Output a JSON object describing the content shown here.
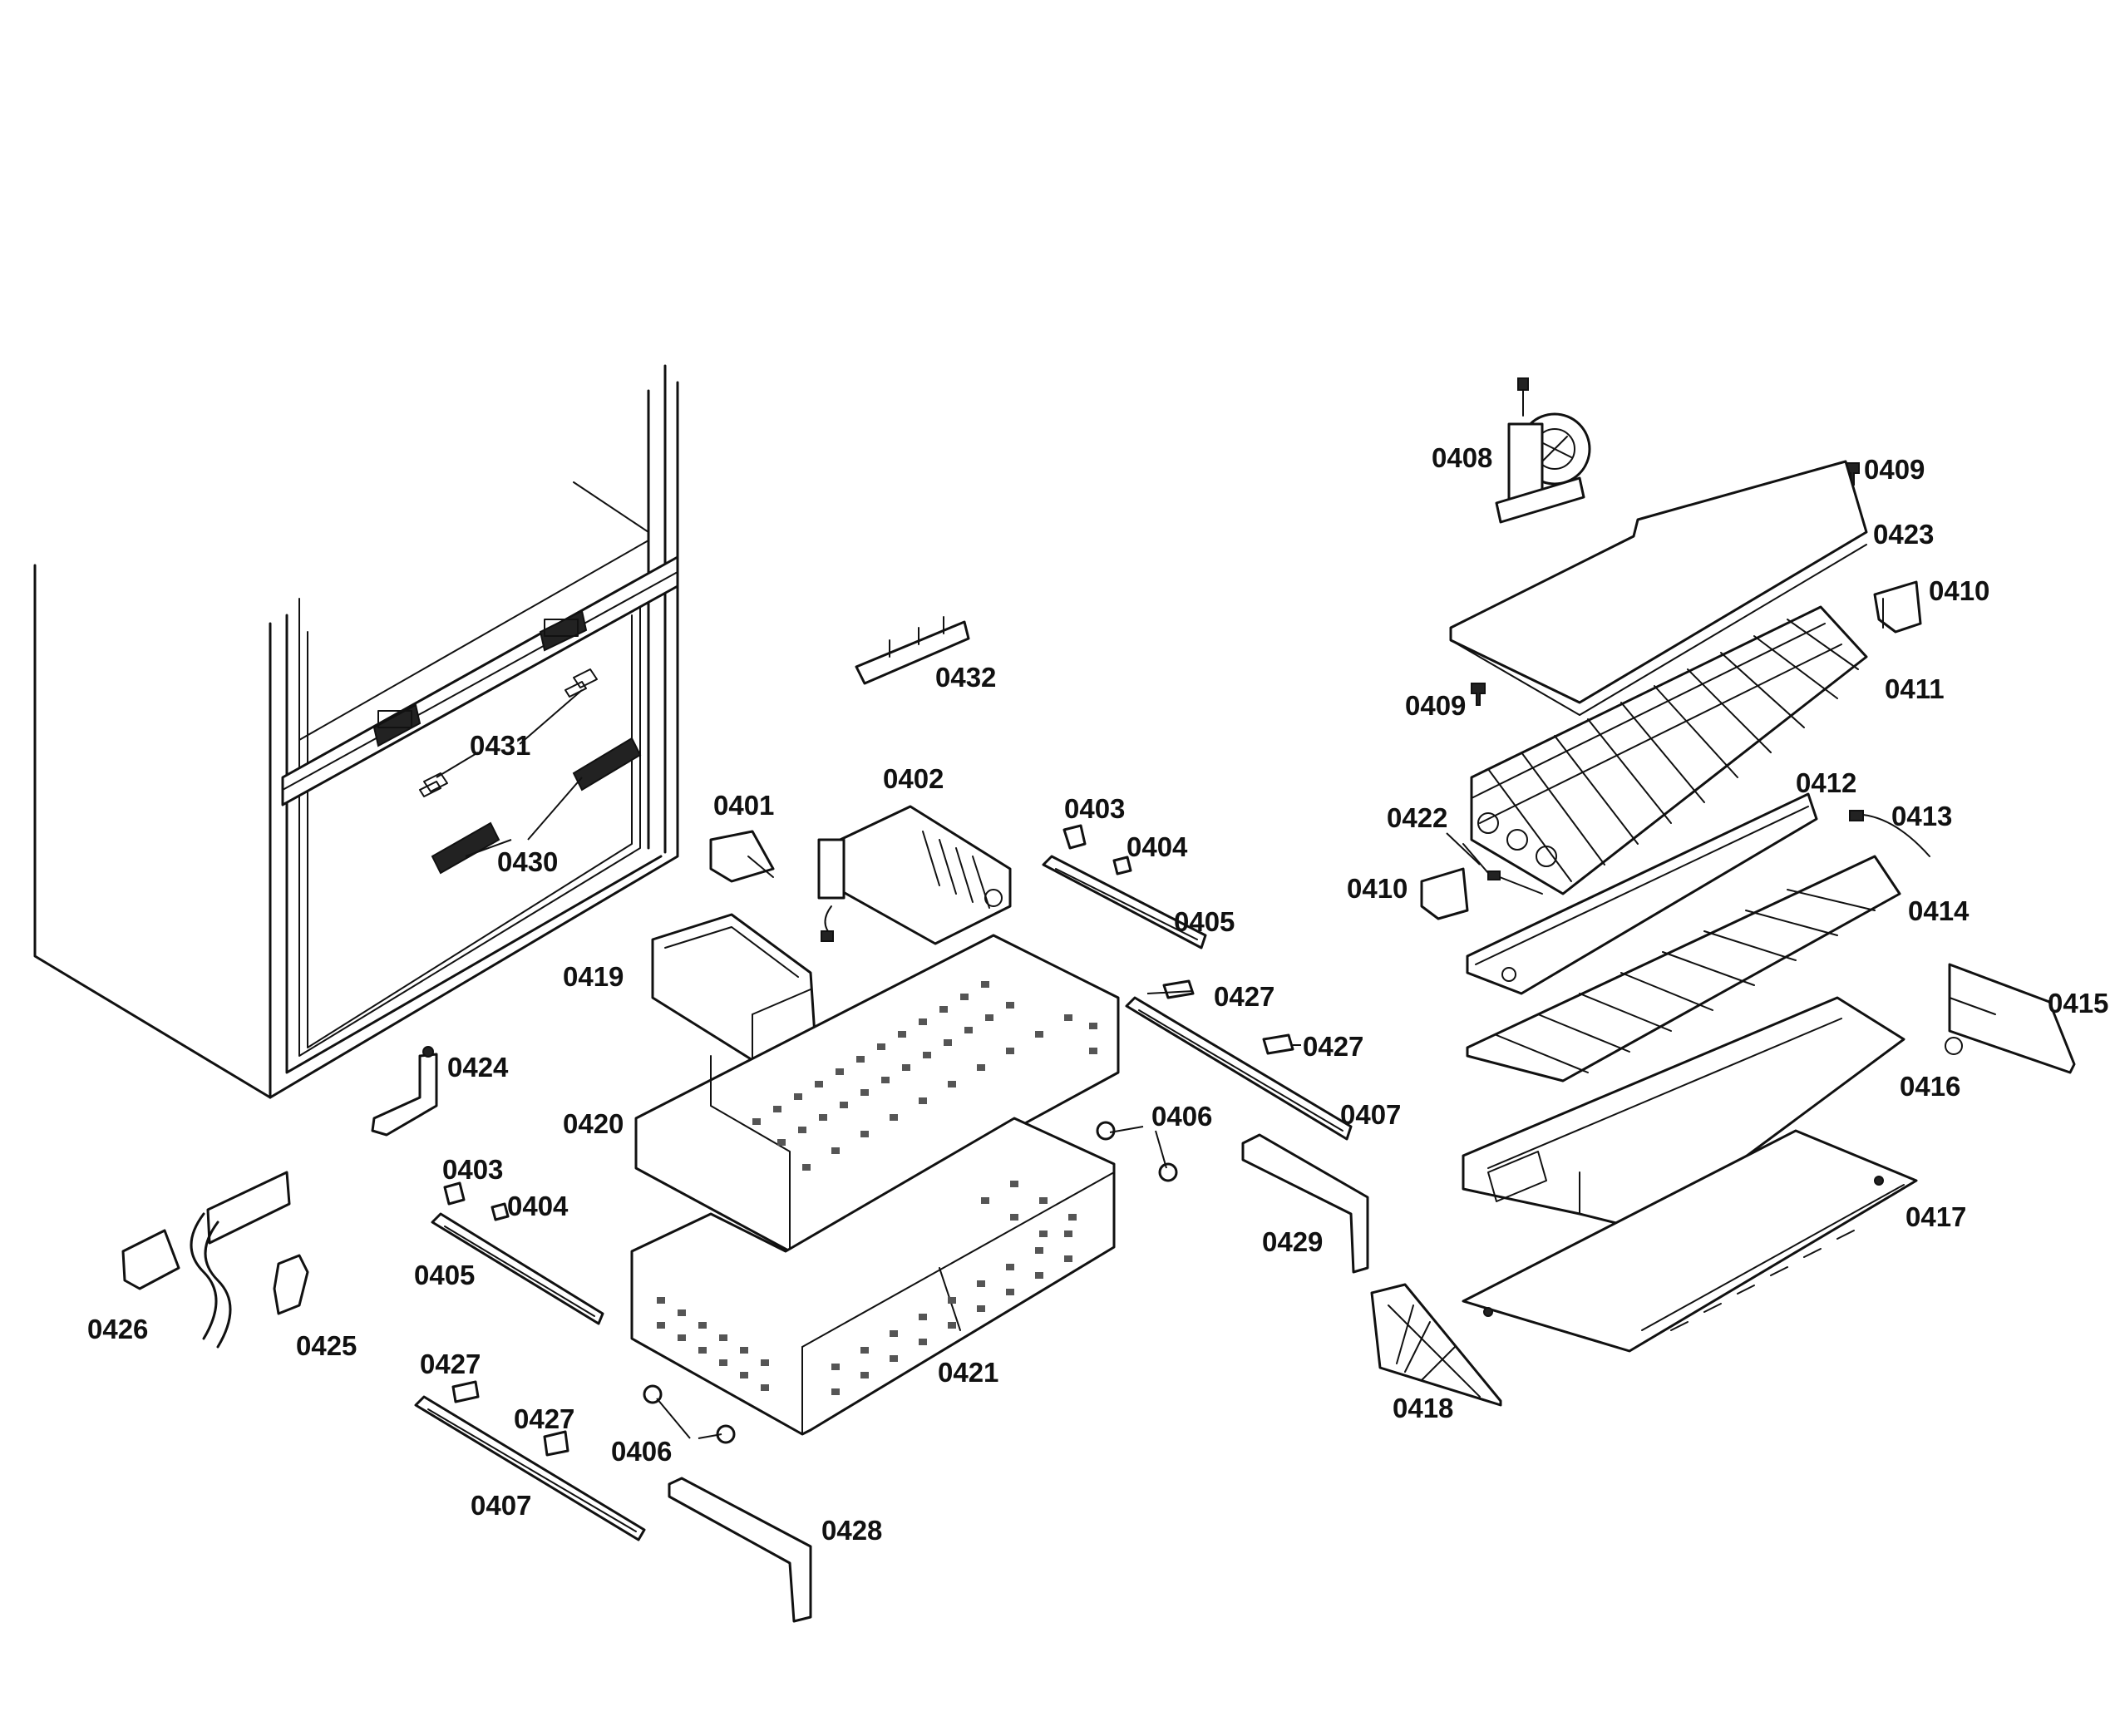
{
  "diagram": {
    "labels": [
      "0408",
      "0409",
      "0423",
      "0410",
      "0411",
      "0409",
      "0432",
      "0431",
      "0430",
      "0402",
      "0401",
      "0403",
      "0404",
      "0405",
      "0422",
      "0412",
      "0413",
      "0410",
      "0414",
      "0419",
      "0427",
      "0427",
      "0415",
      "0424",
      "0406",
      "0407",
      "0416",
      "0420",
      "0403",
      "0404",
      "0429",
      "0417",
      "0426",
      "0405",
      "0425",
      "0421",
      "0418",
      "0427",
      "0427",
      "0406",
      "0407",
      "0428"
    ]
  }
}
